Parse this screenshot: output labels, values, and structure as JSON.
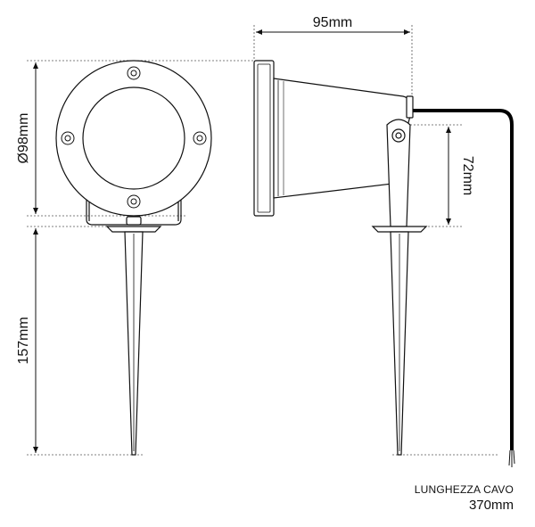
{
  "dimensions": {
    "width_label": "95mm",
    "diameter_label": "Ø98mm",
    "height_label": "72mm",
    "spike_label": "157mm"
  },
  "cable": {
    "title": "LUNGHEZZA CAVO",
    "length": "370mm"
  },
  "colors": {
    "line": "#111111",
    "dash": "#555555",
    "cable": "#000000",
    "background": "#ffffff"
  }
}
